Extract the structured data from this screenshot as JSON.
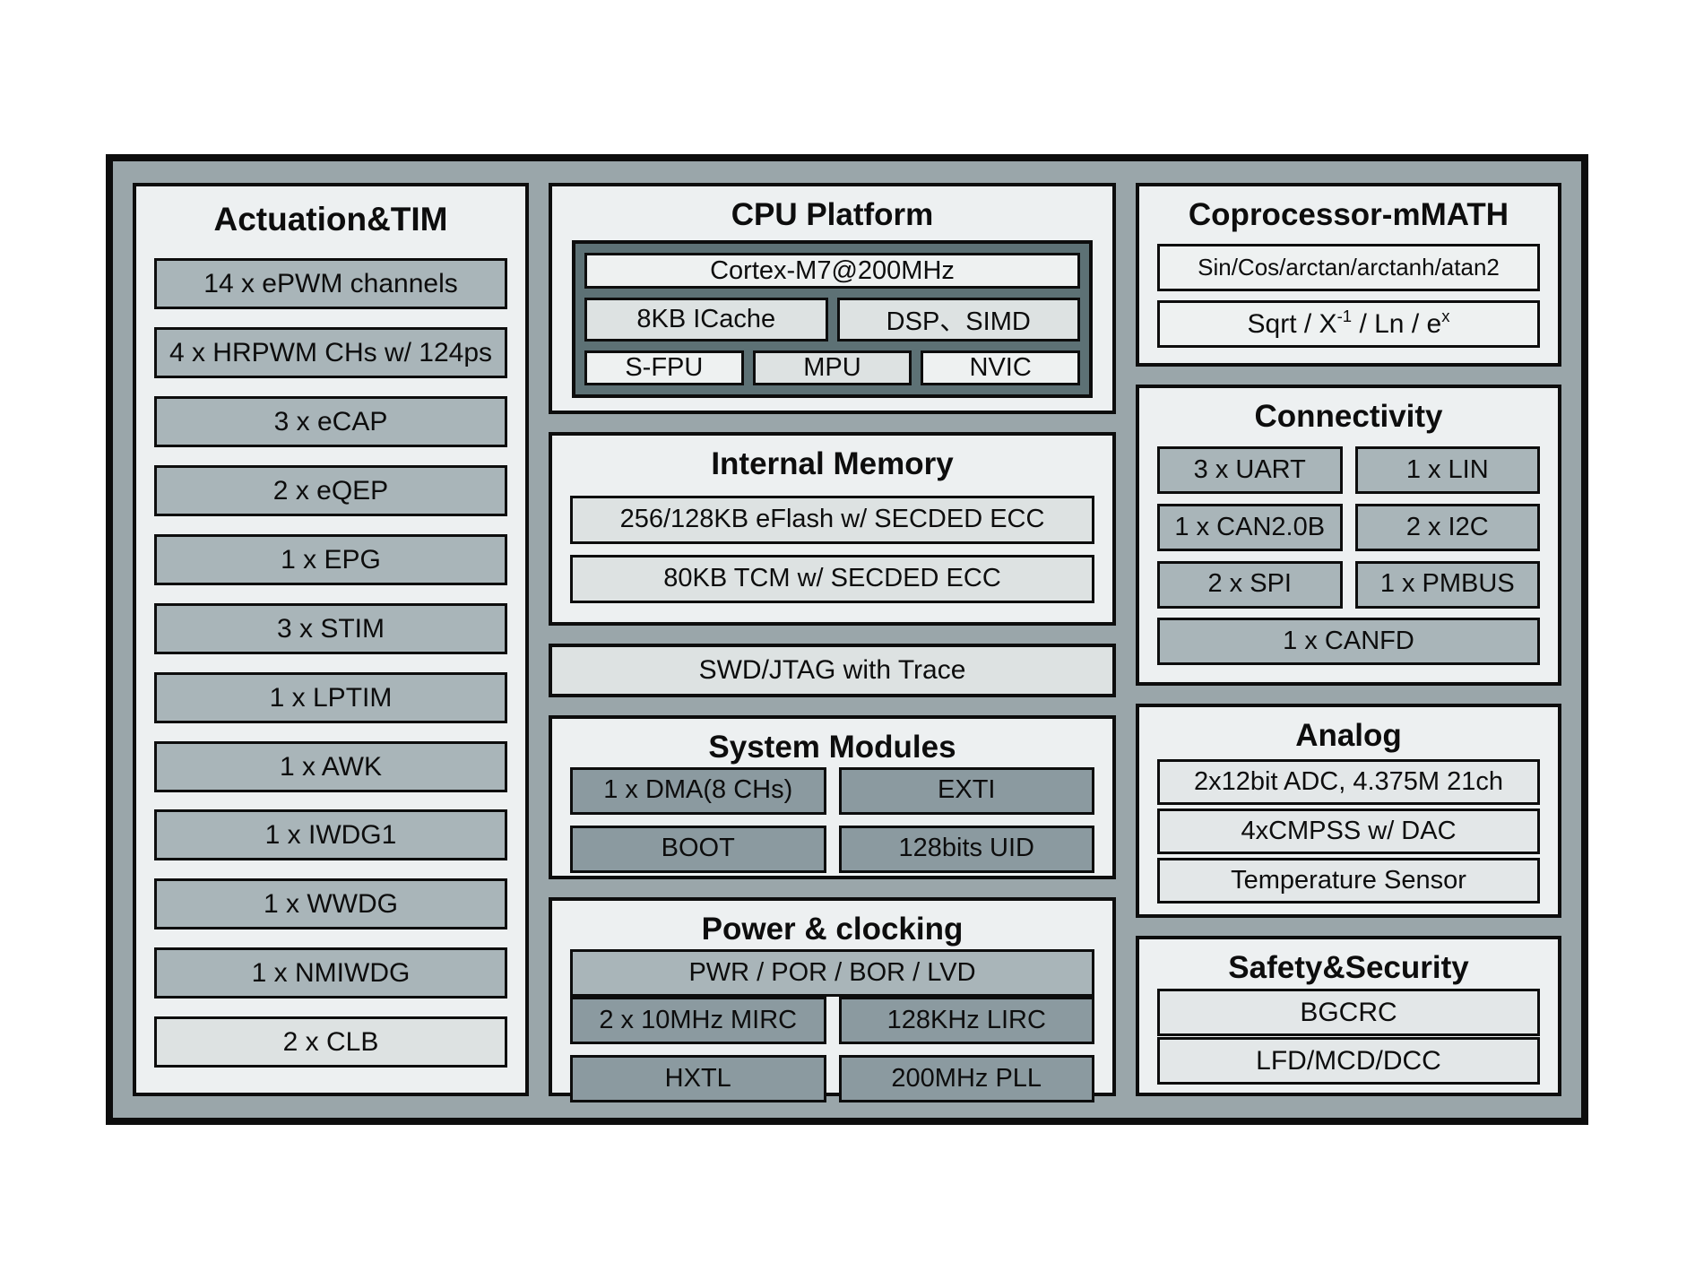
{
  "colors": {
    "frame_background": "#9aa6aa",
    "panel_background": "#edf0f1",
    "medium_block": "#a9b5b9",
    "dark_block": "#8b9aa0",
    "cpu_container": "#5d7175",
    "light_block": "#dde2e2",
    "border": "#0d0d0d"
  },
  "actuation": {
    "title": "Actuation&TIM",
    "items": [
      {
        "label": "14 x ePWM channels"
      },
      {
        "label": "4 x HRPWM CHs w/ 124ps"
      },
      {
        "label": "3 x eCAP"
      },
      {
        "label": "2 x eQEP"
      },
      {
        "label": "1 x EPG"
      },
      {
        "label": "3 x STIM"
      },
      {
        "label": "1 x LPTIM"
      },
      {
        "label": "1 x AWK"
      },
      {
        "label": "1 x IWDG1"
      },
      {
        "label": "1 x WWDG"
      },
      {
        "label": "1 x NMIWDG"
      },
      {
        "label": "2 x CLB"
      }
    ]
  },
  "cpu": {
    "title": "CPU Platform",
    "core": "Cortex-M7@200MHz",
    "icache": "8KB ICache",
    "dsp": "DSP、SIMD",
    "sfpu": "S-FPU",
    "mpu": "MPU",
    "nvic": "NVIC"
  },
  "memory": {
    "title": "Internal Memory",
    "items": [
      "256/128KB eFlash w/ SECDED ECC",
      "80KB TCM w/ SECDED ECC"
    ]
  },
  "swd": {
    "label": "SWD/JTAG with Trace"
  },
  "system": {
    "title": "System Modules",
    "items": [
      "1 x DMA(8 CHs)",
      "EXTI",
      "BOOT",
      "128bits UID"
    ]
  },
  "power": {
    "title": "Power & clocking",
    "bar": "PWR / POR / BOR / LVD",
    "items": [
      "2 x 10MHz MIRC",
      "128KHz LIRC",
      "HXTL",
      "200MHz PLL"
    ]
  },
  "coprocessor": {
    "title": "Coprocessor-mMATH",
    "trig": "Sin/Cos/arctan/arctanh/atan2",
    "sqrt": {
      "p1": "Sqrt / X",
      "sup1": "-1",
      "p2": " / Ln / e",
      "sup2": "x"
    }
  },
  "connectivity": {
    "title": "Connectivity",
    "items": [
      "3 x UART",
      "1 x LIN",
      "1 x CAN2.0B",
      "2 x I2C",
      "2 x SPI",
      "1 x PMBUS"
    ],
    "full": "1 x CANFD"
  },
  "analog": {
    "title": "Analog",
    "items": [
      "2x12bit ADC, 4.375M 21ch",
      "4xCMPSS w/ DAC",
      "Temperature Sensor"
    ]
  },
  "safety": {
    "title": "Safety&Security",
    "items": [
      "BGCRC",
      "LFD/MCD/DCC"
    ]
  }
}
